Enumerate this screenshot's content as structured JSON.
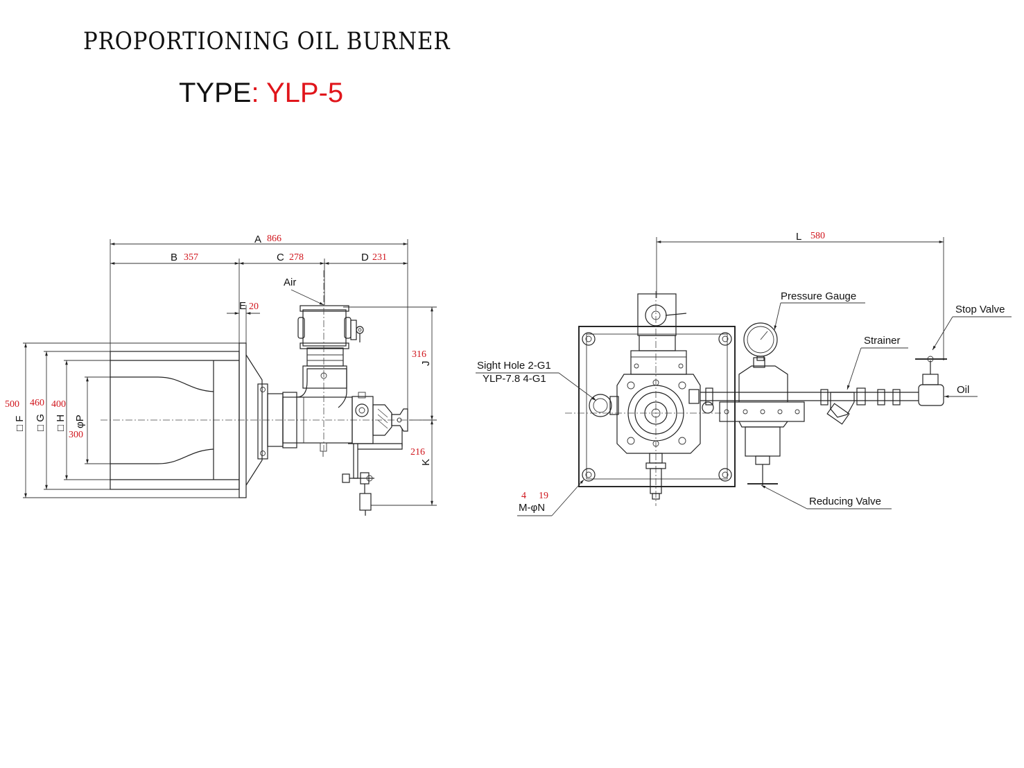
{
  "header": {
    "title": "PROPORTIONING OIL BURNER",
    "type_label": "TYPE",
    "type_value": ": YLP-5"
  },
  "side_view": {
    "dims": {
      "A": {
        "letter": "A",
        "value": "866"
      },
      "B": {
        "letter": "B",
        "value": "357"
      },
      "C": {
        "letter": "C",
        "value": "278"
      },
      "D": {
        "letter": "D",
        "value": "231"
      },
      "E": {
        "letter": "E",
        "value": "20"
      },
      "J": {
        "letter": "J",
        "value": "316"
      },
      "K": {
        "letter": "K",
        "value": "216"
      },
      "F": {
        "letter": "□ F",
        "value": "500"
      },
      "G": {
        "letter": "□ G",
        "value": "460"
      },
      "H": {
        "letter": "□ H",
        "value": "400"
      },
      "P": {
        "letter": "φP",
        "value": "300"
      }
    },
    "labels": {
      "air": "Air"
    }
  },
  "front_view": {
    "dims": {
      "L": {
        "letter": "L",
        "value": "580"
      },
      "M": {
        "value": "4"
      },
      "N": {
        "value": "19"
      },
      "MN_label": "M-φN"
    },
    "labels": {
      "pressure_gauge": "Pressure Gauge",
      "stop_valve": "Stop Valve",
      "strainer": "Strainer",
      "oil": "Oil",
      "sight_hole_1": "Sight Hole 2-G1",
      "sight_hole_2": "YLP-7.8 4-G1",
      "reducing_valve": "Reducing Valve"
    }
  },
  "colors": {
    "accent_red": "#e0151b",
    "line": "#222222"
  }
}
